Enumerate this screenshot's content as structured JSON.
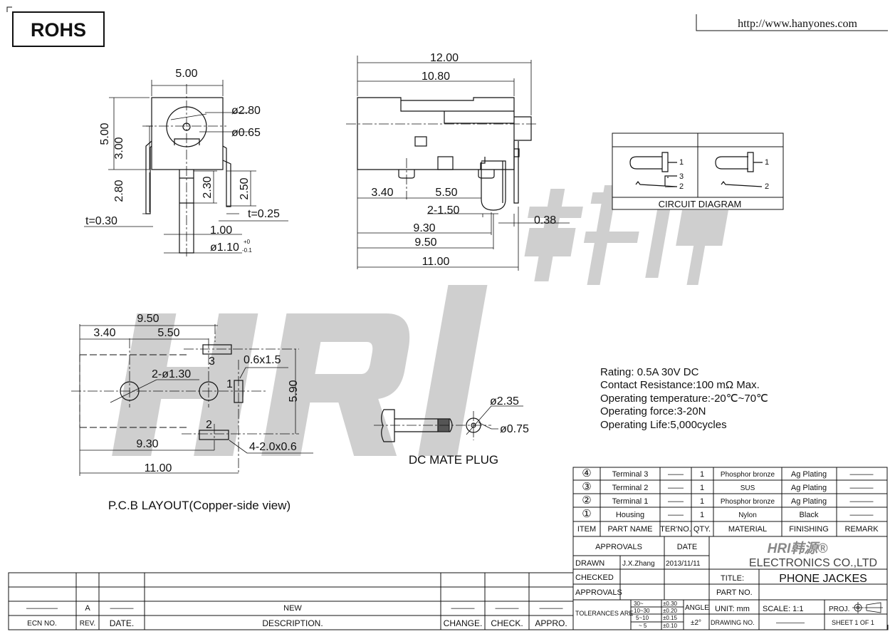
{
  "header": {
    "rohs": "ROHS",
    "url": "http://www.hanyones.com"
  },
  "watermark": {
    "brand": "HRI",
    "chinese": "韩源"
  },
  "front_view": {
    "width": "5.00",
    "height": "5.00",
    "center_height": "3.00",
    "pin_left": "2.80",
    "pin_center": "2.30",
    "pin_right": "2.50",
    "dia_outer": "ø2.80",
    "dia_inner": "ø0.65",
    "t_left": "t=0.30",
    "t_right": "t=0.25",
    "pin_width": "1.00",
    "pin_dia": "ø1.10",
    "tol_plus": "+0",
    "tol_minus": "-0.1"
  },
  "side_view": {
    "overall": "12.00",
    "body": "10.80",
    "a": "3.40",
    "b": "5.50",
    "c": "2-1.50",
    "d": "9.30",
    "e": "9.50",
    "f": "11.00",
    "g": "0.38"
  },
  "circuit": {
    "title": "CIRCUIT DIAGRAM",
    "pins": [
      "1",
      "3",
      "2",
      "1",
      "2"
    ]
  },
  "pcb": {
    "w1": "9.50",
    "w2": "3.40",
    "w3": "5.50",
    "holes": "2-ø1.30",
    "slot": "0.6x1.5",
    "height": "5.90",
    "w4": "9.30",
    "w5": "11.00",
    "pads": "4-2.0x0.6",
    "pad_labels": [
      "3",
      "1",
      "2"
    ],
    "title": "P.C.B LAYOUT(Copper-side view)"
  },
  "plug": {
    "dia_outer": "ø2.35",
    "dia_inner": "ø0.75",
    "title": "DC MATE PLUG"
  },
  "specs": [
    "Rating: 0.5A 30V DC",
    "Contact Resistance:100 mΩ Max.",
    "Operating temperature:-20℃~70℃",
    "Operating force:3-20N",
    "Operating Life:5,000cycles"
  ],
  "bom": {
    "rows": [
      {
        "item": "④",
        "name": "Terminal 3",
        "ter": "——",
        "qty": "1",
        "material": "Phosphor bronze",
        "finishing": "Ag Plating",
        "remark": "———"
      },
      {
        "item": "③",
        "name": "Terminal 2",
        "ter": "——",
        "qty": "1",
        "material": "SUS",
        "finishing": "Ag Plating",
        "remark": "———"
      },
      {
        "item": "②",
        "name": "Terminal 1",
        "ter": "——",
        "qty": "1",
        "material": "Phosphor bronze",
        "finishing": "Ag Plating",
        "remark": "———"
      },
      {
        "item": "①",
        "name": "Housing",
        "ter": "——",
        "qty": "1",
        "material": "Nylon",
        "finishing": "Black",
        "remark": "———"
      }
    ],
    "headers": [
      "ITEM",
      "PART NAME",
      "TER'NO.",
      "QTY.",
      "MATERIAL",
      "FINISHING",
      "REMARK"
    ]
  },
  "title_block": {
    "approvals": "APPROVALS",
    "date": "DATE",
    "drawn": "DRAWN",
    "drawn_by": "J.X.Zhang",
    "drawn_date": "2013/11/11",
    "checked": "CHECKED",
    "approvals2": "APPROVALS",
    "company_logo": "HRI韩源®",
    "company": "ELECTRONICS CO.,LTD",
    "title_label": "TITLE:",
    "title": "PHONE JACKES",
    "part_no": "PART NO.",
    "tolerances": "TOLERANCES ARE",
    "tol_ranges": [
      "30~",
      "10~30",
      "5~10",
      "~ 5"
    ],
    "tol_values": [
      "±0.30",
      "±0.20",
      "±0.15",
      "±0.10"
    ],
    "angle": "ANGLE",
    "angle_value": "±2°",
    "unit": "UNIT: mm",
    "scale": "SCALE:   1:1",
    "proj": "PROJ.",
    "drawing_no": "DRAWING NO.",
    "drawing_no_value": "————",
    "sheet": "SHEET   1  OF  1"
  },
  "revision": {
    "row": {
      "ecn": "————",
      "rev": "A",
      "date": "———",
      "desc": "NEW",
      "change": "———",
      "check": "———",
      "appro": "———"
    },
    "headers": [
      "ECN NO.",
      "REV.",
      "DATE.",
      "DESCRIPTION.",
      "CHANGE.",
      "CHECK.",
      "APPRO."
    ]
  }
}
